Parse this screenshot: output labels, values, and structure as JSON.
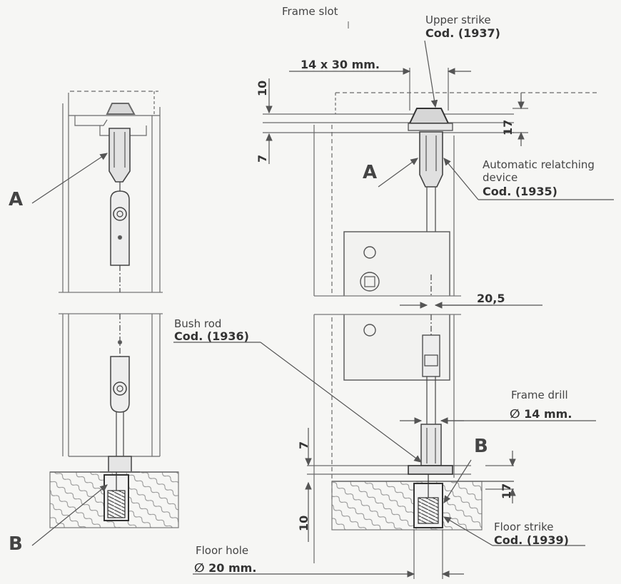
{
  "labels": {
    "frame_slot": "Frame slot",
    "upper_strike": "Upper strike",
    "upper_strike_code": "Cod. (1937)",
    "slot_size": "14 x 30 mm.",
    "dim_10_top": "10",
    "dim_7_top": "7",
    "dim_17_top": "17",
    "marker_a": "A",
    "relatch_line1": "Automatic relatching",
    "relatch_line2": "device",
    "relatch_code": "Cod. (1935)",
    "dim_20_5": "20,5",
    "bush_rod": "Bush rod",
    "bush_rod_code": "Cod. (1936)",
    "frame_drill": "Frame drill",
    "frame_drill_size": "14 mm.",
    "dim_7_bottom": "7",
    "marker_b": "B",
    "dim_17_bottom": "17",
    "dim_10_bottom": "10",
    "floor_strike": "Floor strike",
    "floor_strike_code": "Cod. (1939)",
    "floor_hole": "Floor hole",
    "floor_hole_size": "20 mm.",
    "diameter_symbol": "∅"
  },
  "colors": {
    "line": "#555555",
    "faint": "#9a9a9a",
    "hatch": "#8a8a8a",
    "text": "#333333"
  }
}
